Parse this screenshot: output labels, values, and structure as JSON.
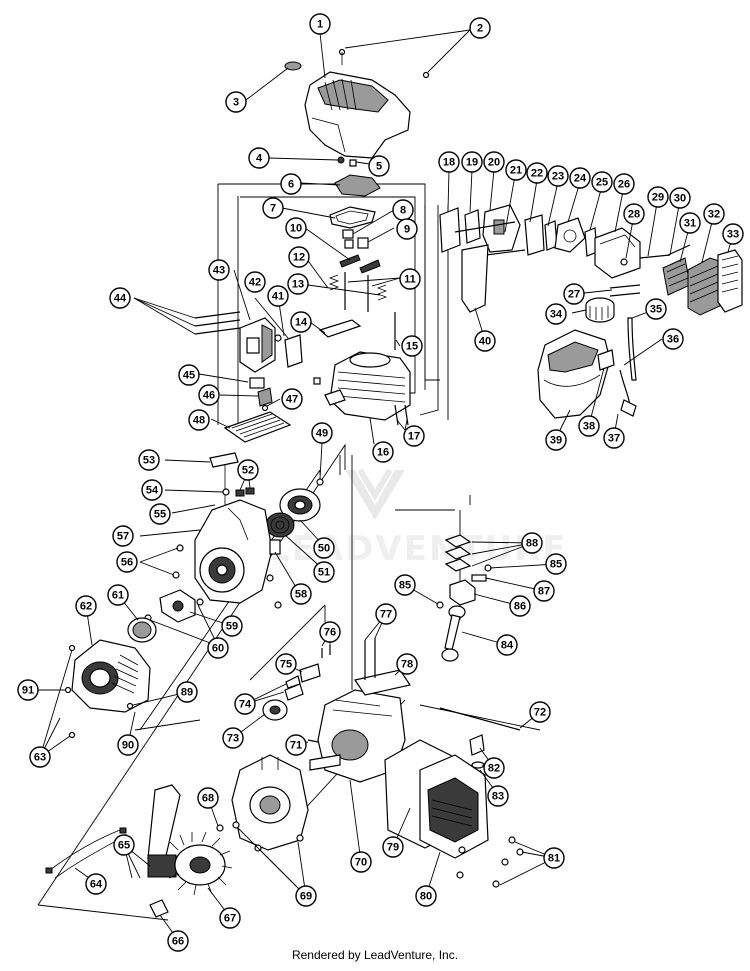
{
  "footer": {
    "text": "Rendered by LeadVenture, Inc."
  },
  "watermark": {
    "text": "LEADVENTURE"
  },
  "callouts": [
    "1",
    "2",
    "3",
    "4",
    "5",
    "6",
    "7",
    "8",
    "9",
    "10",
    "11",
    "12",
    "13",
    "14",
    "15",
    "16",
    "17",
    "18",
    "19",
    "20",
    "21",
    "22",
    "23",
    "24",
    "25",
    "26",
    "27",
    "28",
    "29",
    "30",
    "31",
    "32",
    "33",
    "34",
    "35",
    "36",
    "37",
    "38",
    "39",
    "40",
    "41",
    "42",
    "43",
    "44",
    "45",
    "46",
    "47",
    "48",
    "49",
    "50",
    "51",
    "52",
    "53",
    "54",
    "55",
    "56",
    "57",
    "58",
    "59",
    "60",
    "61",
    "62",
    "63",
    "64",
    "65",
    "66",
    "67",
    "68",
    "69",
    "70",
    "71",
    "72",
    "73",
    "74",
    "75",
    "76",
    "77",
    "78",
    "79",
    "80",
    "81",
    "82",
    "83",
    "84",
    "85",
    "86",
    "87",
    "88",
    "89",
    "90",
    "91"
  ],
  "icons": {
    "watermark_logo": "leadventure-logo-icon"
  }
}
